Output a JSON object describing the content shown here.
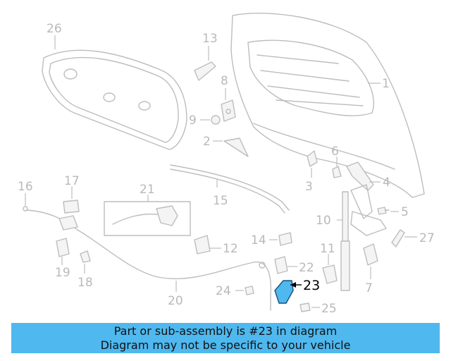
{
  "callouts": {
    "c1": "1",
    "c2": "2",
    "c3": "3",
    "c4": "4",
    "c5": "5",
    "c6": "6",
    "c7": "7",
    "c8": "8",
    "c9": "9",
    "c10": "10",
    "c11": "11",
    "c12": "12",
    "c13": "13",
    "c14": "14",
    "c15": "15",
    "c16": "16",
    "c17": "17",
    "c18": "18",
    "c19": "19",
    "c20": "20",
    "c21": "21",
    "c22": "22",
    "c23": "23",
    "c24": "24",
    "c25": "25",
    "c26": "26",
    "c27": "27"
  },
  "highlight_color": "#4fb8ee",
  "banner": {
    "line1": "Part or sub-assembly is #23 in diagram",
    "line2": "Diagram may not be specific to your vehicle"
  }
}
